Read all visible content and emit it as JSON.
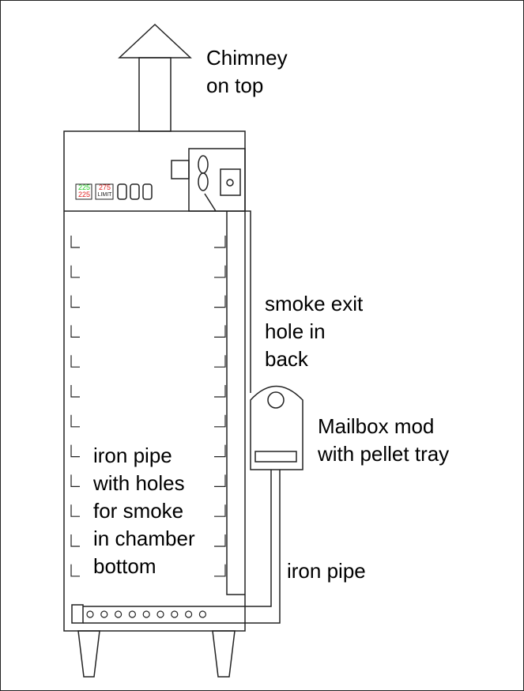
{
  "labels": {
    "chimney": [
      "Chimney",
      "on top"
    ],
    "smoke_exit": [
      "smoke exit",
      "hole in",
      "back"
    ],
    "mailbox": [
      "Mailbox mod",
      "with pellet tray"
    ],
    "iron_pipe": [
      "iron pipe"
    ],
    "pipe_holes": [
      "iron pipe",
      "with holes",
      "for smoke",
      "in chamber",
      "bottom"
    ]
  },
  "controller": {
    "display1_top": "225",
    "display1_bottom": "225",
    "display2_top": "275",
    "display2_bottom": "LIMIT"
  },
  "colors": {
    "line": "#222222",
    "display_green": "#22cc22",
    "display_red": "#e02020"
  }
}
